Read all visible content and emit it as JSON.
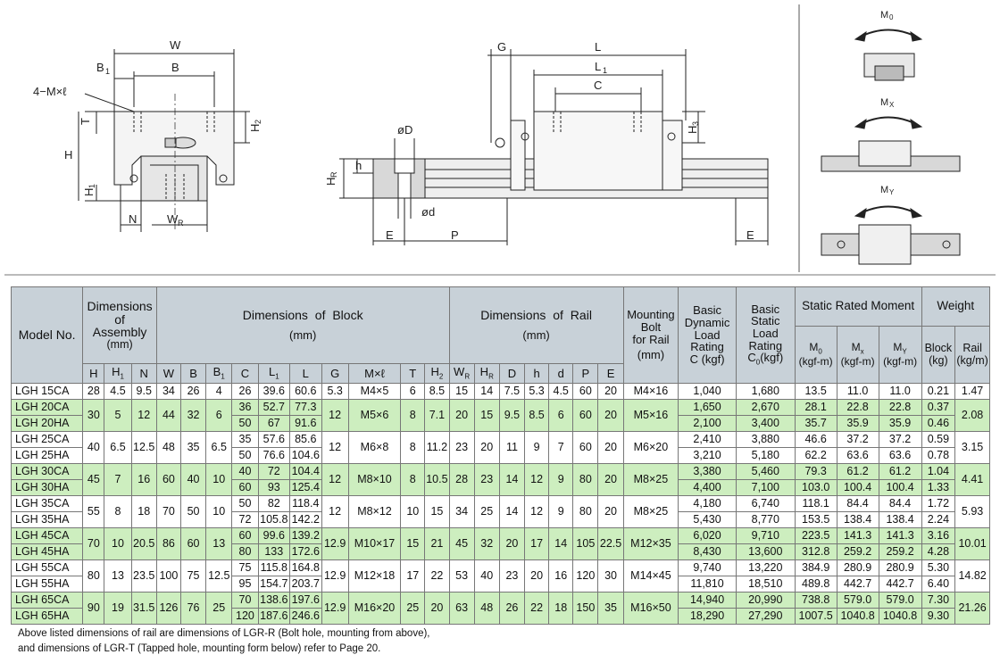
{
  "drawing_labels": {
    "left": {
      "W": "W",
      "B1": "B",
      "B1_sub": "1",
      "B": "B",
      "bolt": "4−M×ℓ",
      "T": "T",
      "H2": "H",
      "H2_sub": "2",
      "H": "H",
      "H1": "H",
      "H1_sub": "1",
      "N": "N",
      "WR": "W",
      "WR_sub": "R"
    },
    "middle": {
      "G": "G",
      "L": "L",
      "L1": "L",
      "L1_sub": "1",
      "C": "C",
      "H3": "H",
      "H3_sub": "3",
      "D": "øD",
      "h": "h",
      "HR": "H",
      "HR_sub": "R",
      "d": "ød",
      "E_left": "E",
      "P": "P",
      "E_right": "E"
    },
    "right": {
      "M0": "M",
      "M0_sub": "0",
      "MX": "M",
      "MX_sub": "X",
      "MY": "M",
      "MY_sub": "Y"
    }
  },
  "table": {
    "headers": {
      "model": "Model No.",
      "assembly": [
        "Dimensions",
        "of",
        "Assembly",
        "(mm)"
      ],
      "block": "Dimensions of Block",
      "block_unit": "(mm)",
      "rail": "Dimensions of Rail",
      "rail_unit": "(mm)",
      "mounting": [
        "Mounting",
        "Bolt",
        "for Rail",
        "(mm)"
      ],
      "dynamic": [
        "Basic",
        "Dynamic",
        "Load",
        "Rating",
        "C (kgf)"
      ],
      "static": [
        "Basic",
        "Static",
        "Load",
        "Rating"
      ],
      "static_unit": "C",
      "static_unit_sub": "0",
      "static_unit_tail": "(kgf)",
      "moment": "Static Rated Moment",
      "weight": "Weight",
      "m0": "M",
      "m0_sub": "0",
      "mx": "M",
      "mx_sub": "x",
      "my": "M",
      "my_sub": "Y",
      "moment_unit": "(kgf-m)",
      "block_w": "Block",
      "block_w_unit": "(kg)",
      "rail_w": "Rail",
      "rail_w_unit": "(kg/m)",
      "cols": {
        "H": "H",
        "H1": "H",
        "H1s": "1",
        "N": "N",
        "W": "W",
        "B": "B",
        "B1": "B",
        "B1s": "1",
        "C": "C",
        "L1": "L",
        "L1s": "1",
        "L": "L",
        "G": "G",
        "Mxl": "M×ℓ",
        "T": "T",
        "H2": "H",
        "H2s": "2",
        "WR": "W",
        "WRs": "R",
        "HR": "H",
        "HRs": "R",
        "D": "D",
        "h": "h",
        "d": "d",
        "P": "P",
        "E": "E"
      }
    },
    "groups": [
      {
        "class": "w",
        "H": "28",
        "H1": "4.5",
        "N": "9.5",
        "W": "34",
        "B": "26",
        "B1": "4",
        "G": "5.3",
        "Mxl": "M4×5",
        "T": "6",
        "H2": "8.5",
        "WR": "15",
        "HR": "14",
        "D": "7.5",
        "h": "5.3",
        "d": "4.5",
        "P": "60",
        "E": "20",
        "bolt": "M4×16",
        "rail_w": "1.47",
        "rows": [
          {
            "model": "LGH 15CA",
            "C": "26",
            "L1": "39.6",
            "L": "60.6",
            "dyn": "1,040",
            "stat": "1,680",
            "m0": "13.5",
            "mx": "11.0",
            "my": "11.0",
            "block_w": "0.21"
          }
        ]
      },
      {
        "class": "g",
        "H": "30",
        "H1": "5",
        "N": "12",
        "W": "44",
        "B": "32",
        "B1": "6",
        "G": "12",
        "Mxl": "M5×6",
        "T": "8",
        "H2": "7.1",
        "WR": "20",
        "HR": "15",
        "D": "9.5",
        "h": "8.5",
        "d": "6",
        "P": "60",
        "E": "20",
        "bolt": "M5×16",
        "rail_w": "2.08",
        "rows": [
          {
            "model": "LGH 20CA",
            "C": "36",
            "L1": "52.7",
            "L": "77.3",
            "dyn": "1,650",
            "stat": "2,670",
            "m0": "28.1",
            "mx": "22.8",
            "my": "22.8",
            "block_w": "0.37"
          },
          {
            "model": "LGH 20HA",
            "C": "50",
            "L1": "67",
            "L": "91.6",
            "dyn": "2,100",
            "stat": "3,400",
            "m0": "35.7",
            "mx": "35.9",
            "my": "35.9",
            "block_w": "0.46"
          }
        ]
      },
      {
        "class": "w",
        "H": "40",
        "H1": "6.5",
        "N": "12.5",
        "W": "48",
        "B": "35",
        "B1": "6.5",
        "G": "12",
        "Mxl": "M6×8",
        "T": "8",
        "H2": "11.2",
        "WR": "23",
        "HR": "20",
        "D": "11",
        "h": "9",
        "d": "7",
        "P": "60",
        "E": "20",
        "bolt": "M6×20",
        "rail_w": "3.15",
        "rows": [
          {
            "model": "LGH 25CA",
            "C": "35",
            "L1": "57.6",
            "L": "85.6",
            "dyn": "2,410",
            "stat": "3,880",
            "m0": "46.6",
            "mx": "37.2",
            "my": "37.2",
            "block_w": "0.59"
          },
          {
            "model": "LGH 25HA",
            "C": "50",
            "L1": "76.6",
            "L": "104.6",
            "dyn": "3,210",
            "stat": "5,180",
            "m0": "62.2",
            "mx": "63.6",
            "my": "63.6",
            "block_w": "0.78"
          }
        ]
      },
      {
        "class": "g",
        "H": "45",
        "H1": "7",
        "N": "16",
        "W": "60",
        "B": "40",
        "B1": "10",
        "G": "12",
        "Mxl": "M8×10",
        "T": "8",
        "H2": "10.5",
        "WR": "28",
        "HR": "23",
        "D": "14",
        "h": "12",
        "d": "9",
        "P": "80",
        "E": "20",
        "bolt": "M8×25",
        "rail_w": "4.41",
        "rows": [
          {
            "model": "LGH 30CA",
            "C": "40",
            "L1": "72",
            "L": "104.4",
            "dyn": "3,380",
            "stat": "5,460",
            "m0": "79.3",
            "mx": "61.2",
            "my": "61.2",
            "block_w": "1.04"
          },
          {
            "model": "LGH 30HA",
            "C": "60",
            "L1": "93",
            "L": "125.4",
            "dyn": "4,400",
            "stat": "7,100",
            "m0": "103.0",
            "mx": "100.4",
            "my": "100.4",
            "block_w": "1.33"
          }
        ]
      },
      {
        "class": "w",
        "H": "55",
        "H1": "8",
        "N": "18",
        "W": "70",
        "B": "50",
        "B1": "10",
        "G": "12",
        "Mxl": "M8×12",
        "T": "10",
        "H2": "15",
        "WR": "34",
        "HR": "25",
        "D": "14",
        "h": "12",
        "d": "9",
        "P": "80",
        "E": "20",
        "bolt": "M8×25",
        "rail_w": "5.93",
        "rows": [
          {
            "model": "LGH 35CA",
            "C": "50",
            "L1": "82",
            "L": "118.4",
            "dyn": "4,180",
            "stat": "6,740",
            "m0": "118.1",
            "mx": "84.4",
            "my": "84.4",
            "block_w": "1.72"
          },
          {
            "model": "LGH 35HA",
            "C": "72",
            "L1": "105.8",
            "L": "142.2",
            "dyn": "5,430",
            "stat": "8,770",
            "m0": "153.5",
            "mx": "138.4",
            "my": "138.4",
            "block_w": "2.24"
          }
        ]
      },
      {
        "class": "g",
        "H": "70",
        "H1": "10",
        "N": "20.5",
        "W": "86",
        "B": "60",
        "B1": "13",
        "G": "12.9",
        "Mxl": "M10×17",
        "T": "15",
        "H2": "21",
        "WR": "45",
        "HR": "32",
        "D": "20",
        "h": "17",
        "d": "14",
        "P": "105",
        "E": "22.5",
        "bolt": "M12×35",
        "rail_w": "10.01",
        "rows": [
          {
            "model": "LGH 45CA",
            "C": "60",
            "L1": "99.6",
            "L": "139.2",
            "dyn": "6,020",
            "stat": "9,710",
            "m0": "223.5",
            "mx": "141.3",
            "my": "141.3",
            "block_w": "3.16"
          },
          {
            "model": "LGH 45HA",
            "C": "80",
            "L1": "133",
            "L": "172.6",
            "dyn": "8,430",
            "stat": "13,600",
            "m0": "312.8",
            "mx": "259.2",
            "my": "259.2",
            "block_w": "4.28"
          }
        ]
      },
      {
        "class": "w",
        "H": "80",
        "H1": "13",
        "N": "23.5",
        "W": "100",
        "B": "75",
        "B1": "12.5",
        "G": "12.9",
        "Mxl": "M12×18",
        "T": "17",
        "H2": "22",
        "WR": "53",
        "HR": "40",
        "D": "23",
        "h": "20",
        "d": "16",
        "P": "120",
        "E": "30",
        "bolt": "M14×45",
        "rail_w": "14.82",
        "rows": [
          {
            "model": "LGH 55CA",
            "C": "75",
            "L1": "115.8",
            "L": "164.8",
            "dyn": "9,740",
            "stat": "13,220",
            "m0": "384.9",
            "mx": "280.9",
            "my": "280.9",
            "block_w": "5.30"
          },
          {
            "model": "LGH 55HA",
            "C": "95",
            "L1": "154.7",
            "L": "203.7",
            "dyn": "11,810",
            "stat": "18,510",
            "m0": "489.8",
            "mx": "442.7",
            "my": "442.7",
            "block_w": "6.40"
          }
        ]
      },
      {
        "class": "g",
        "H": "90",
        "H1": "19",
        "N": "31.5",
        "W": "126",
        "B": "76",
        "B1": "25",
        "G": "12.9",
        "Mxl": "M16×20",
        "T": "25",
        "H2": "20",
        "WR": "63",
        "HR": "48",
        "D": "26",
        "h": "22",
        "d": "18",
        "P": "150",
        "E": "35",
        "bolt": "M16×50",
        "rail_w": "21.26",
        "rows": [
          {
            "model": "LGH 65CA",
            "C": "70",
            "L1": "138.6",
            "L": "197.6",
            "dyn": "14,940",
            "stat": "20,990",
            "m0": "738.8",
            "mx": "579.0",
            "my": "579.0",
            "block_w": "7.30"
          },
          {
            "model": "LGH 65HA",
            "C": "120",
            "L1": "187.6",
            "L": "246.6",
            "dyn": "18,290",
            "stat": "27,290",
            "m0": "1007.5",
            "mx": "1040.8",
            "my": "1040.8",
            "block_w": "9.30"
          }
        ]
      }
    ]
  },
  "footnote": {
    "line1": "Above listed dimensions of rail are dimensions of LGR-R (Bolt hole, mounting from above),",
    "line2": "and dimensions of LGR-T (Tapped hole, mounting form below) refer to Page 20."
  },
  "colors": {
    "header_bg": "#c8d1d8",
    "green_row": "#cdeebf",
    "white_row": "#ffffff",
    "grid": "#777777"
  }
}
